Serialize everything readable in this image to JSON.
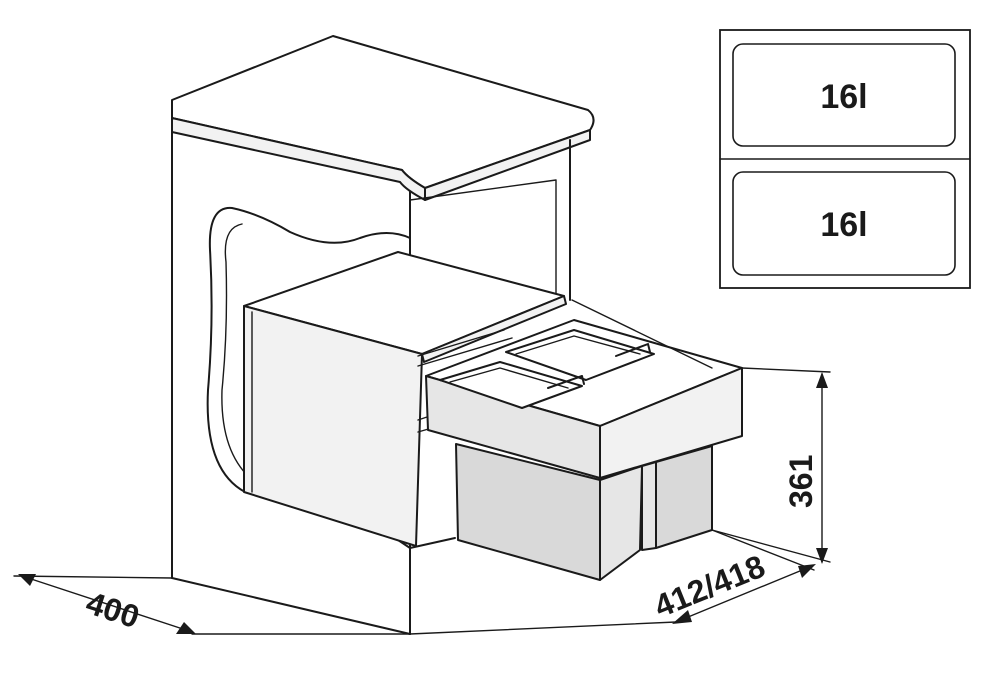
{
  "dimensions": {
    "width_label": "400",
    "depth_label": "412/418",
    "height_label": "361"
  },
  "compartments": [
    {
      "volume_label": "16l"
    },
    {
      "volume_label": "16l"
    }
  ]
}
